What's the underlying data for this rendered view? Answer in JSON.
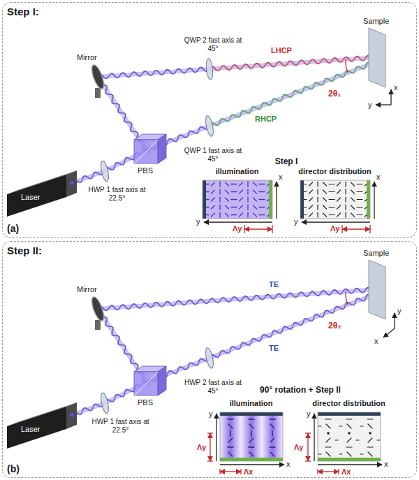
{
  "diagram": {
    "nodes": [
      {
        "text": [
          "Step I:",
          "(a)"
        ]
      },
      {
        "text": [
          "illumination"
        ],
        "in": 0
      },
      {
        "text": [
          "director distribution"
        ],
        "in": 0
      },
      {
        "text": [
          "Step II:",
          "(b)"
        ]
      },
      {
        "text": [
          "illumination"
        ],
        "in": 3
      },
      {
        "text": [
          "director distribution"
        ],
        "in": 3
      }
    ],
    "labels": [
      "Mirror",
      "QWP 2 fast axis at 45°",
      "LHCP",
      "RHCP",
      "2θ₁",
      "Sample",
      "y",
      "x",
      "PBS",
      "QWP 1 fast axis at 45°",
      "HWP 1 fast axis at 22.5°",
      "Laser",
      "Step I",
      "x",
      "y",
      "Λy",
      "x",
      "y",
      "Λy",
      "Mirror",
      "TE",
      "TE",
      "2θ₂",
      "Sample",
      "y",
      "x",
      "PBS",
      "HWP 2 fast axis at 45°",
      "HWP 1 fast axis at 22.5°",
      "Laser",
      "90° rotation + Step II",
      "y",
      "x",
      "Λy",
      "Λx",
      "y",
      "x",
      "Λy",
      "Λx"
    ]
  }
}
